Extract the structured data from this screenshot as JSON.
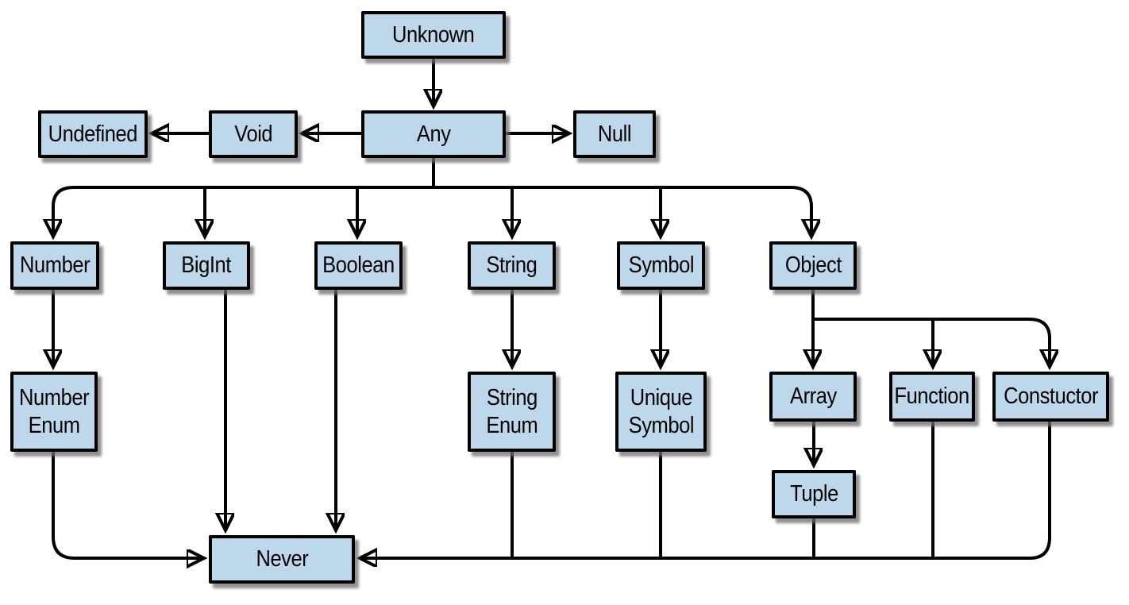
{
  "diagram": {
    "title": "Type hierarchy diagram",
    "colors": {
      "background": "#ffffff",
      "node_fill": "#bdd8eb",
      "node_border": "#000000",
      "connector": "#000000",
      "text": "#000000",
      "shadow": "#6e6e6e"
    },
    "nodes": {
      "unknown": {
        "label": "Unknown"
      },
      "undefined": {
        "label": "Undefined"
      },
      "void": {
        "label": "Void"
      },
      "any": {
        "label": "Any"
      },
      "null": {
        "label": "Null"
      },
      "number": {
        "label": "Number"
      },
      "bigint": {
        "label": "BigInt"
      },
      "boolean": {
        "label": "Boolean"
      },
      "string": {
        "label": "String"
      },
      "symbol": {
        "label": "Symbol"
      },
      "object": {
        "label": "Object"
      },
      "number_enum": {
        "label": "Number\nEnum"
      },
      "string_enum": {
        "label": "String\nEnum"
      },
      "unique_symbol": {
        "label": "Unique\nSymbol"
      },
      "array": {
        "label": "Array"
      },
      "function": {
        "label": "Function"
      },
      "constuctor": {
        "label": "Constuctor"
      },
      "tuple": {
        "label": "Tuple"
      },
      "never": {
        "label": "Never"
      }
    },
    "edges": [
      {
        "from": "unknown",
        "to": "any"
      },
      {
        "from": "any",
        "to": "void"
      },
      {
        "from": "void",
        "to": "undefined"
      },
      {
        "from": "any",
        "to": "null"
      },
      {
        "from": "any",
        "to": "number"
      },
      {
        "from": "any",
        "to": "bigint"
      },
      {
        "from": "any",
        "to": "boolean"
      },
      {
        "from": "any",
        "to": "string"
      },
      {
        "from": "any",
        "to": "symbol"
      },
      {
        "from": "any",
        "to": "object"
      },
      {
        "from": "number",
        "to": "number_enum"
      },
      {
        "from": "string",
        "to": "string_enum"
      },
      {
        "from": "symbol",
        "to": "unique_symbol"
      },
      {
        "from": "object",
        "to": "array"
      },
      {
        "from": "object",
        "to": "function"
      },
      {
        "from": "object",
        "to": "constuctor"
      },
      {
        "from": "array",
        "to": "tuple"
      },
      {
        "from": "number_enum",
        "to": "never"
      },
      {
        "from": "bigint",
        "to": "never"
      },
      {
        "from": "boolean",
        "to": "never"
      },
      {
        "from": "string_enum",
        "to": "never"
      },
      {
        "from": "unique_symbol",
        "to": "never"
      },
      {
        "from": "tuple",
        "to": "never"
      },
      {
        "from": "function",
        "to": "never"
      },
      {
        "from": "constuctor",
        "to": "never"
      }
    ]
  }
}
